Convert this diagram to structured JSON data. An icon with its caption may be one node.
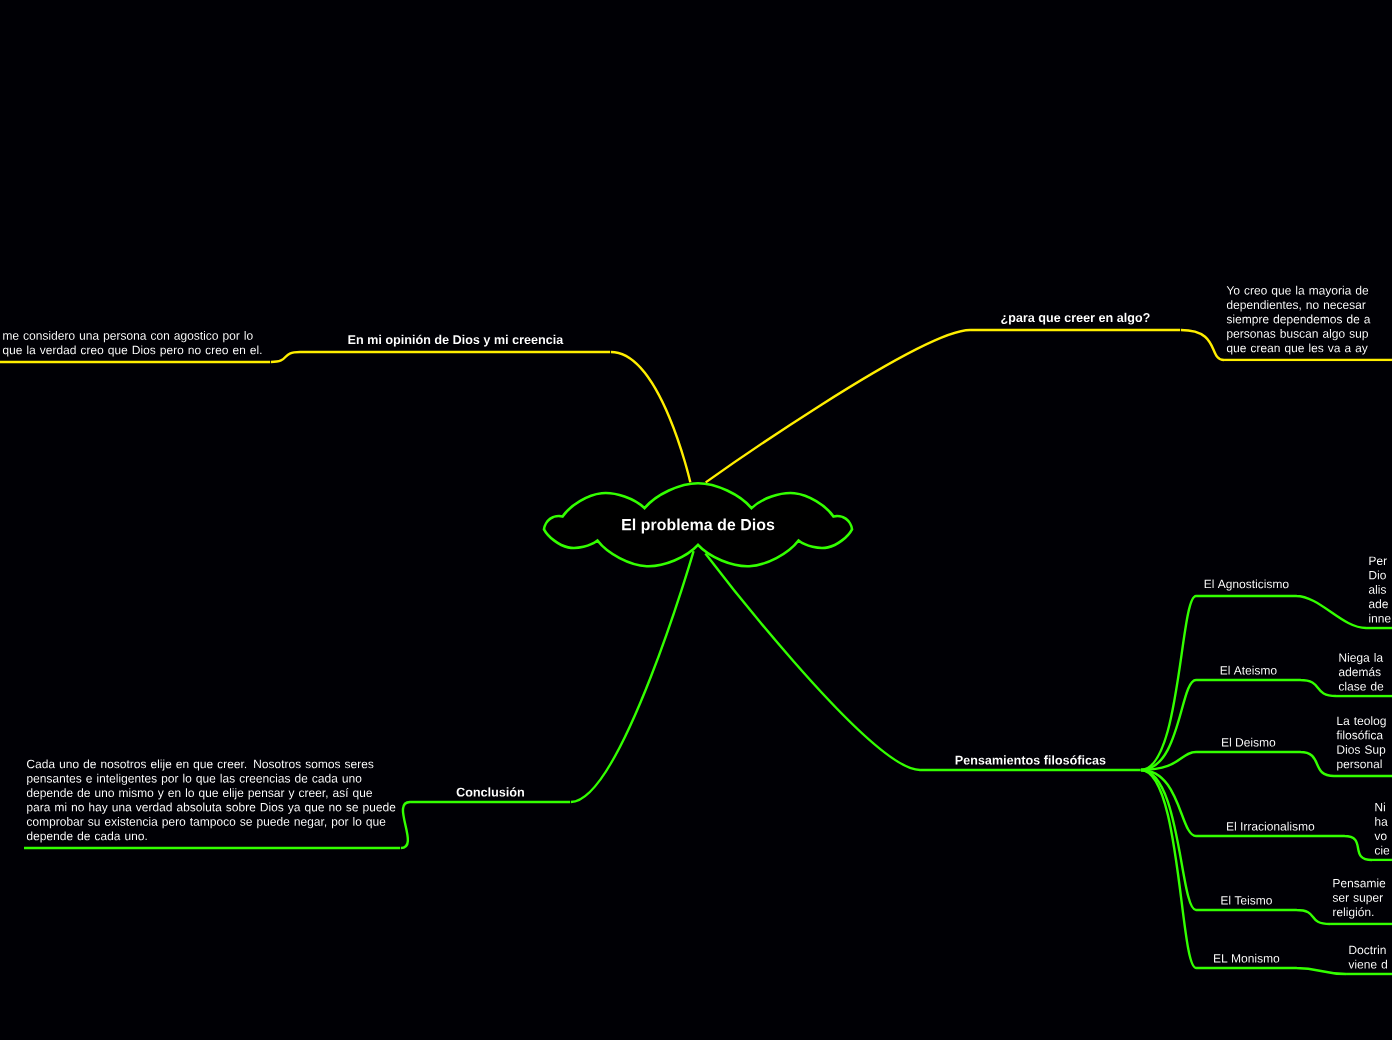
{
  "diagram": {
    "nodes": [
      {
        "text": [
          "El problema de Dios"
        ]
      },
      {
        "text": [
          "En mi opinión de Dios y mi creencia"
        ]
      },
      {
        "text": [
          "me considero una persona con agostico por lo que la verdad creo que Dios pero no creo en el."
        ]
      },
      {
        "text": [
          "¿para que creer en algo?"
        ]
      },
      {
        "text": [
          "Yo creo que la mayoria de dependientes, no necesar siempre dependemos de a personas buscan algo sup que crean que les va a ay"
        ]
      },
      {
        "text": [
          "Pensamientos filosóficas"
        ]
      },
      {
        "text": [
          "El Agnosticismo"
        ]
      },
      {
        "text": [
          "Per Dio alis ade inne"
        ]
      },
      {
        "text": [
          "El Ateismo"
        ]
      },
      {
        "text": [
          "Niega la además clase de"
        ]
      },
      {
        "text": [
          "El Deismo"
        ]
      },
      {
        "text": [
          "La teolog filosófica Dios Sup personal"
        ]
      },
      {
        "text": [
          "El Irracionalismo"
        ]
      },
      {
        "text": [
          "Ni ha vo cie"
        ]
      },
      {
        "text": [
          "El Teismo"
        ]
      },
      {
        "text": [
          "Pensamie ser super religión."
        ]
      },
      {
        "text": [
          "EL Monismo"
        ]
      },
      {
        "text": [
          "Doctrin viene d"
        ]
      },
      {
        "text": [
          "Conclusión"
        ]
      },
      {
        "text": [
          "Cada uno de nosotros elije en que creer. Nosotros somos seres pensantes e inteligentes por lo que las creencias de cada uno depende de uno mismo y en lo que elije pensar y creer, así que para mi no hay una verdad absoluta sobre Dios ya que no se puede comprobar su existencia pero tampoco se puede negar, por lo que depende de cada uno."
        ]
      }
    ],
    "edges": [
      {
        "from": 0,
        "to": 1,
        "arrow": "none",
        "color": "#ffee00"
      },
      {
        "from": 1,
        "to": 2,
        "arrow": "none",
        "color": "#ffee00"
      },
      {
        "from": 0,
        "to": 3,
        "arrow": "none",
        "color": "#ffee00"
      },
      {
        "from": 3,
        "to": 4,
        "arrow": "none",
        "color": "#ffee00"
      },
      {
        "from": 0,
        "to": 5,
        "arrow": "none"
      },
      {
        "from": 5,
        "to": 6,
        "arrow": "none"
      },
      {
        "from": 6,
        "to": 7,
        "arrow": "none"
      },
      {
        "from": 5,
        "to": 8,
        "arrow": "none"
      },
      {
        "from": 8,
        "to": 9,
        "arrow": "none"
      },
      {
        "from": 5,
        "to": 10,
        "arrow": "none"
      },
      {
        "from": 10,
        "to": 11,
        "arrow": "none"
      },
      {
        "from": 5,
        "to": 12,
        "arrow": "none"
      },
      {
        "from": 12,
        "to": 13,
        "arrow": "none"
      },
      {
        "from": 5,
        "to": 14,
        "arrow": "none"
      },
      {
        "from": 14,
        "to": 15,
        "arrow": "none"
      },
      {
        "from": 5,
        "to": 16,
        "arrow": "none"
      },
      {
        "from": 16,
        "to": 17,
        "arrow": "none"
      },
      {
        "from": 0,
        "to": 18,
        "arrow": "none"
      },
      {
        "from": 18,
        "to": 19,
        "arrow": "none"
      }
    ]
  }
}
